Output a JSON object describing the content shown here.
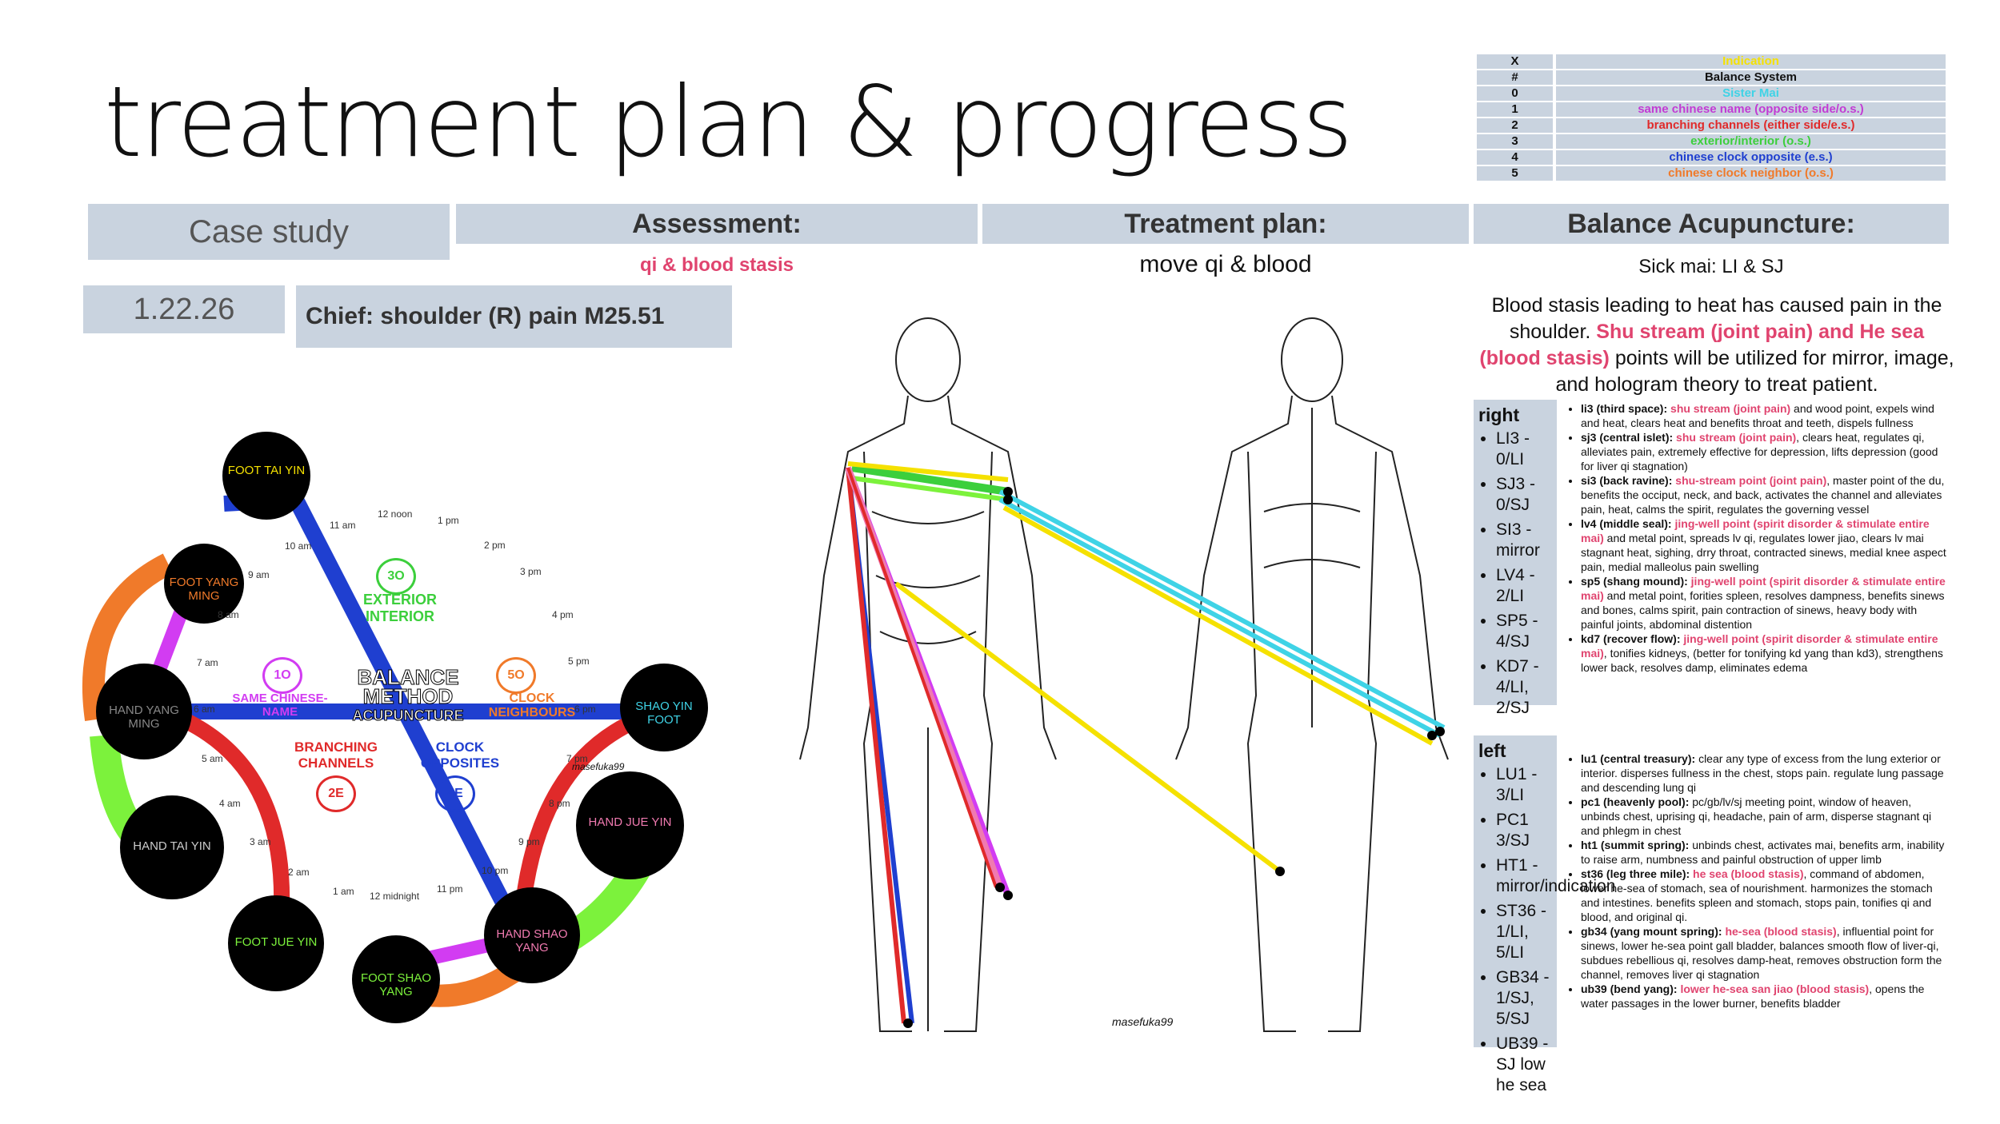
{
  "title": "treatment plan & progress",
  "headers": {
    "case": "Case study",
    "assessment": "Assessment:",
    "plan": "Treatment plan:",
    "balance": "Balance Acupuncture:"
  },
  "subheaders": {
    "assessment": "qi & blood stasis",
    "plan": "move qi & blood",
    "balance": "Sick mai: LI & SJ"
  },
  "date": "1.22.26",
  "chief": "Chief: shoulder (R) pain M25.51",
  "legend": {
    "rows": [
      {
        "n": "X",
        "label": "Indication",
        "color": "#f5e100"
      },
      {
        "n": "#",
        "label": "Balance System",
        "color": "#111111"
      },
      {
        "n": "0",
        "label": "Sister Mai",
        "color": "#3fd3e6"
      },
      {
        "n": "1",
        "label": "same chinese name (opposite side/o.s.)",
        "color": "#c23bd4"
      },
      {
        "n": "2",
        "label": "branching channels (either side/e.s.)",
        "color": "#e02a2a"
      },
      {
        "n": "3",
        "label": "exterior/interior (o.s.)",
        "color": "#3ccf3c"
      },
      {
        "n": "4",
        "label": "chinese clock opposite (e.s.)",
        "color": "#1f3fd0"
      },
      {
        "n": "5",
        "label": "chinese clock neighbor (o.s.)",
        "color": "#f07a2a"
      }
    ]
  },
  "paragraph": {
    "a": "Blood stasis leading to heat has caused pain in the shoulder.",
    "b": "Shu stream (joint pain) and He sea (blood stasis)",
    "c": "points will be utilized for mirror, image, and hologram theory to treat patient."
  },
  "right": {
    "label": "right",
    "items": [
      "LI3 - 0/LI",
      "SJ3 - 0/SJ",
      "SI3 - mirror",
      "LV4 - 2/LI",
      "SP5 - 4/SJ",
      "KD7 - 4/LI, 2/SJ"
    ]
  },
  "left": {
    "label": "left",
    "items": [
      "LU1 - 3/LI",
      "PC1 3/SJ",
      "HT1 - mirror/indication",
      "ST36 - 1/LI, 5/LI",
      "GB34 - 1/SJ, 5/SJ",
      "UB39 - SJ low he sea"
    ]
  },
  "right_desc": [
    {
      "name": "li3 (third space):",
      "hl": "shu stream (joint pain)",
      "rest": " and wood point, expels wind and heat, clears heat and benefits throat and teeth, dispels fullness"
    },
    {
      "name": "sj3 (central islet):",
      "hl": "shu stream (joint pain)",
      "rest": ", clears heat, regulates qi, alleviates pain, extremely effective for depression, lifts depression (good for liver qi stagnation)"
    },
    {
      "name": "si3 (back ravine):",
      "hl": "shu-stream point (joint pain)",
      "rest": ", master point of the du, benefits the occiput, neck, and back, activates the channel and alleviates pain, heat, calms the spirit, regulates the governing vessel"
    },
    {
      "name": "lv4 (middle seal):",
      "hl": "jing-well point (spirit disorder & stimulate entire mai)",
      "rest": " and metal point, spreads lv qi, regulates lower jiao, clears lv mai stagnant heat, sighing, drry throat, contracted sinews, medial knee aspect pain, medial malleolus pain swelling"
    },
    {
      "name": "sp5 (shang mound):",
      "hl": "jing-well point (spirit disorder & stimulate entire mai)",
      "rest": " and metal point, forities spleen, resolves dampness, benefits sinews and bones, calms spirit, pain contraction of sinews, heavy body with painful joints, abdominal distention"
    },
    {
      "name": "kd7 (recover flow):",
      "hl": "jing-well point (spirit disorder & stimulate entire mai)",
      "rest": ", tonifies kidneys, (better for tonifying kd yang than kd3), strengthens lower back, resolves damp, eliminates edema"
    }
  ],
  "left_desc": [
    {
      "name": "lu1 (central treasury):",
      "hl": "",
      "rest": " clear any type of excess from the lung exterior or interior. disperses fullness in the chest, stops pain. regulate lung passage and descending lung qi"
    },
    {
      "name": "pc1 (heavenly pool):",
      "hl": "",
      "rest": " pc/gb/lv/sj meeting point, window of heaven, unbinds chest, uprising qi, headache, pain of arm, disperse stagnant qi and phlegm in chest"
    },
    {
      "name": "ht1 (summit spring):",
      "hl": "",
      "rest": " unbinds chest, activates mai, benefits arm, inability to raise arm, numbness and painful obstruction of upper limb"
    },
    {
      "name": "st36 (leg three mile):",
      "hl": "he sea (blood stasis)",
      "rest": ", command of abdomen, lower he-sea of stomach, sea of nourishment. harmonizes the stomach and intestines. benefits spleen and stomach, stops pain, tonifies qi and blood, and original qi."
    },
    {
      "name": "gb34 (yang mount spring):",
      "hl": "he-sea (blood stasis)",
      "rest": ", influential point for sinews, lower he-sea point gall bladder, balances smooth flow of liver-qi, subdues rebellious qi, resolves damp-heat, removes obstruction form the channel, removes liver qi stagnation"
    },
    {
      "name": "ub39 (bend yang):",
      "hl": "lower he-sea san jiao (blood stasis)",
      "rest": ", opens the water passages in the lower burner, benefits bladder"
    }
  ],
  "diagram": {
    "center": [
      "BALANCE",
      "METHOD",
      "ACUPUNCTURE"
    ],
    "labels": {
      "exterior": "EXTERIOR INTERIOR",
      "same": "SAME CHINESE-NAME",
      "neighbours": "CLOCK NEIGHBOURS",
      "branching": "BRANCHING CHANNELS",
      "opposites": "CLOCK OPPOSITES",
      "n3": "3O",
      "n1": "1O",
      "n5": "5O",
      "n2": "2E",
      "n4": "4E"
    },
    "nodes": {
      "foot_yin": "FOOT TAI YIN",
      "foot_yang_ming": "FOOT YANG MING",
      "hand_yang_ming": "HAND YANG MING",
      "hand_tai_yin": "HAND TAI YIN",
      "foot_jue_yin": "FOOT JUE YIN",
      "foot_shao_yang": "FOOT SHAO YANG",
      "hand_shao_yang": "HAND SHAO YANG",
      "hand_jue_yin": "HAND JUE YIN",
      "shao_yin": "SHAO YIN FOOT"
    },
    "times": [
      "11 am",
      "12 noon",
      "1 pm",
      "2 pm",
      "3 pm",
      "4 pm",
      "5 pm",
      "6 pm",
      "10 am",
      "9 am",
      "8 am",
      "7 am",
      "6 am",
      "5 am",
      "4 am",
      "3 am",
      "2 am",
      "1 am",
      "12 midnight",
      "11 pm",
      "10 pm",
      "9 pm",
      "8 pm",
      "7 pm"
    ],
    "signature": "masefuka99"
  },
  "body_signature": "masefuka99"
}
